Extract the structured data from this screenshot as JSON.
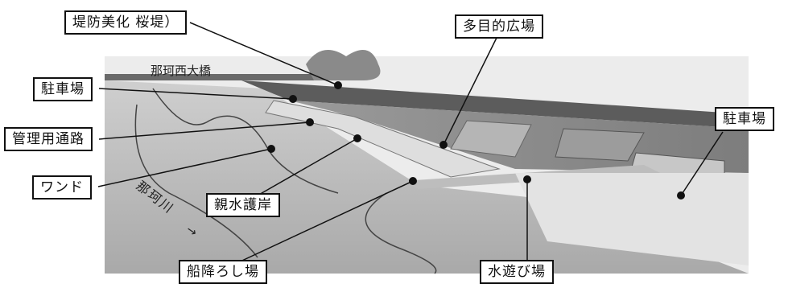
{
  "labels": {
    "teibou_bika": "堤防美化 桜堤）",
    "tamokuteki": "多目的広場",
    "chushajo_left": "駐車場",
    "kanri_tsuro": "管理用通路",
    "wando": "ワンド",
    "shinsui_gogan": "親水護岸",
    "funaori_ba": "船降ろし場",
    "mizuasobi_ba": "水遊び場",
    "chushajo_right": "駐車場"
  },
  "bridge": "那珂西大橋",
  "river_name": "那珂川",
  "flow_arrow": "→"
}
